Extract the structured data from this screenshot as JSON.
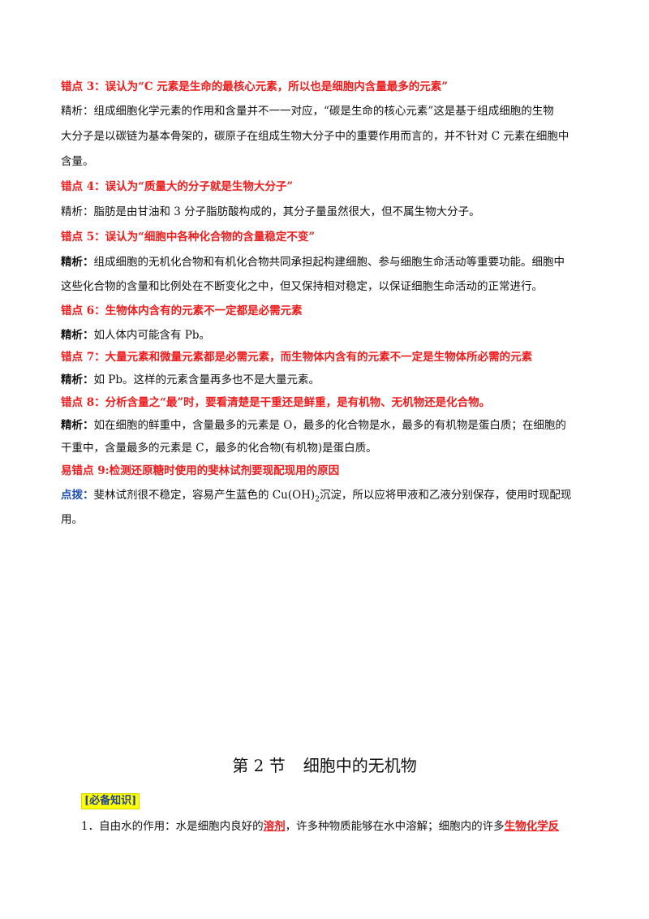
{
  "items": [
    {
      "heading": "错点 3：误认为“C 元素是生命的最核心元素，所以也是细胞内含量最多的元素”",
      "lead": "精析：",
      "lines": [
        "组成细胞化学元素的作用和含量并不一一对应，“碳是生命的核心元素”这是基于组成细胞的生物",
        "大分子是以碳链为基本骨架的，碳原子在组成生物大分子中的重要作用而言的，并不针对 C 元素在细胞中",
        "含量。"
      ]
    },
    {
      "heading": "错点 4：误认为“质量大的分子就是生物大分子”",
      "lead": "精析：",
      "lines": [
        "脂肪是由甘油和 3 分子脂肪酸构成的，其分子量虽然很大，但不属生物大分子。"
      ]
    },
    {
      "heading": "错点 5：误认为“细胞中各种化合物的含量稳定不变”",
      "lead": "精析：",
      "lines": [
        "组成细胞的无机化合物和有机化合物共同承担起构建细胞、参与细胞生命活动等重要功能。细胞中",
        "这些化合物的含量和比例处在不断变化之中，但又保持相对稳定，以保证细胞生命活动的正常进行。"
      ]
    },
    {
      "heading": "错点 6：生物体内含有的元素不一定都是必需元素",
      "lead": "精析：",
      "lines": [
        "如人体内可能含有 Pb。"
      ]
    },
    {
      "heading": "错点 7：大量元素和微量元素都是必需元素，而生物体内含有的元素不一定是生物体所必需的元素",
      "lead": "精析：",
      "lines": [
        "如 Pb。这样的元素含量再多也不是大量元素。"
      ]
    },
    {
      "heading": "错点 8：分析含量之“最”时，要看清楚是干重还是鲜重，是有机物、无机物还是化合物。",
      "lead": "精析：",
      "lines": [
        "如在细胞的鲜重中，含量最多的元素是 O，最多的化合物是水，最多的有机物是蛋白质；在细胞的",
        "干重中，含量最多的元素是 C，最多的化合物(有机物)是蛋白质。"
      ]
    }
  ],
  "item9": {
    "heading": "易错点 9:检测还原糖时使用的斐林试剂要现配现用的原因",
    "lead": "点拨：",
    "line1_a": "斐林试剂很不稳定，容易产生蓝色的 Cu(OH)",
    "line1_sub": "2",
    "line1_b": "沉淀，所以应将甲液和乙液分别保存，使用时现配现",
    "line2": "用。"
  },
  "section": {
    "num": "第 2 节",
    "title": "细胞中的无机物"
  },
  "box_label": "[必备知识]",
  "point1": {
    "prefix": "1．自由水的作用：水是细胞内良好的",
    "u1": "溶剂",
    "middle": "，许多种物质能够在水中溶解；细胞内的许多",
    "u2": "生物化学反"
  }
}
